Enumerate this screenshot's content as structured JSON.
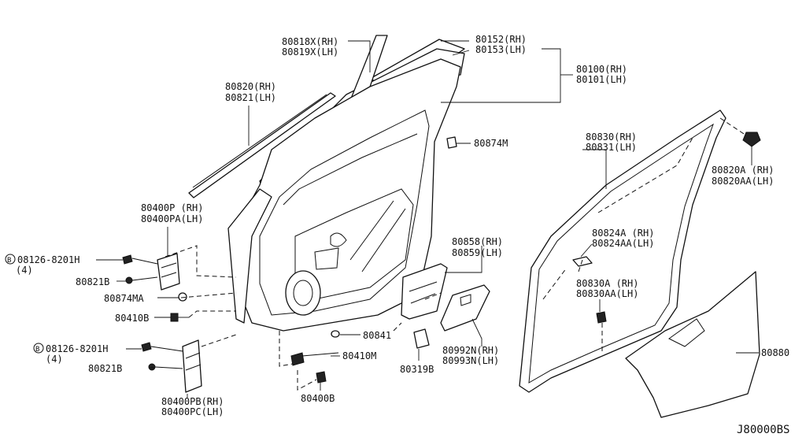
{
  "diagram": {
    "ref_code": "J80000BS",
    "labels": {
      "p80818x": "80818X(RH)",
      "p80819x": "80819X(LH)",
      "p80152": "80152(RH)",
      "p80153": "80153(LH)",
      "p80100": "80100(RH)",
      "p80101": "80101(LH)",
      "p80820": "80820(RH)",
      "p80821": "80821(LH)",
      "p80874m": "80874M",
      "p80830": "80830(RH)",
      "p80831": "80831(LH)",
      "p80820a": "80820A (RH)",
      "p80820aa": "80820AA(LH)",
      "p80400p": "80400P (RH)",
      "p80400pa": "80400PA(LH)",
      "bolt_top": "08126-8201H",
      "bolt_top_qty": "(4)",
      "p80821b_top": "80821B",
      "p80874ma": "80874MA",
      "p80410b": "80410B",
      "p80841": "80841",
      "p80858": "80858(RH)",
      "p80859": "80859(LH)",
      "p80824a": "80824A (RH)",
      "p80824aa": "80824AA(LH)",
      "p80830a": "80830A (RH)",
      "p80830aa": "80830AA(LH)",
      "bolt_bottom": "08126-8201H",
      "bolt_bottom_qty": "(4)",
      "p80821b_bottom": "80821B",
      "p80410m": "80410M",
      "p80992n": "80992N(RH)",
      "p80993n": "80993N(LH)",
      "p80880": "80880",
      "p80319b": "80319B",
      "p80400pb": "80400PB(RH)",
      "p80400pc": "80400PC(LH)",
      "p80400b": "80400B",
      "bolt_marker": "B"
    }
  }
}
